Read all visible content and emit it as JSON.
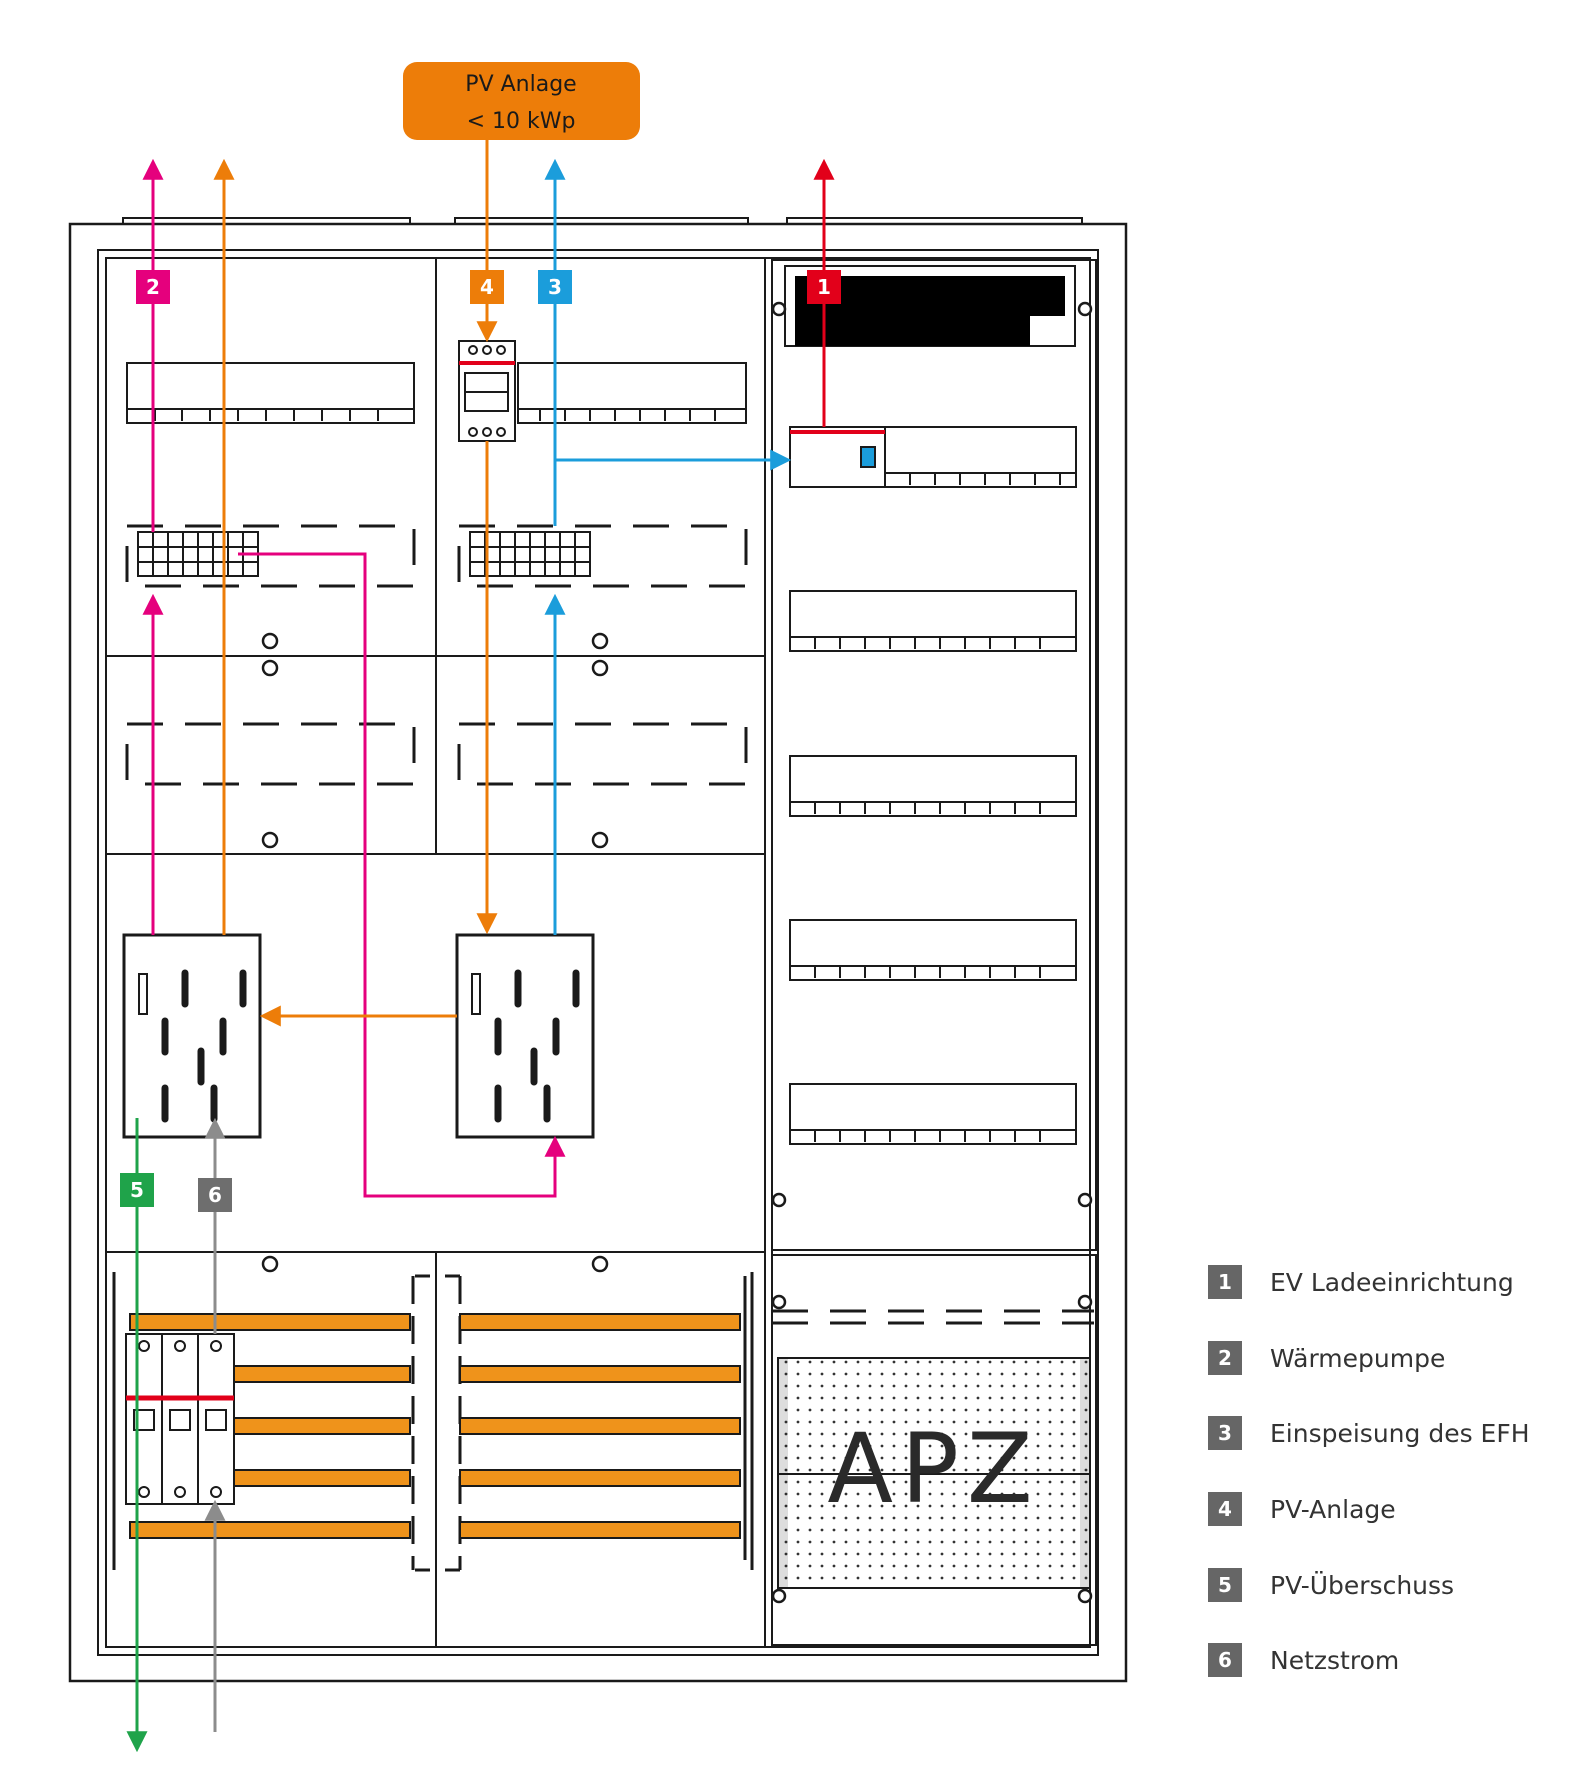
{
  "pv_box": {
    "line1": "PV Anlage",
    "line2": "< 10 kWp",
    "color": "#ED7D09"
  },
  "apz_label": "APZ",
  "colors": {
    "ev": "#E2001A",
    "heatpump": "#E5007D",
    "feed": "#1B9DDB",
    "pv": "#ED7D09",
    "surplus": "#1FA34A",
    "grid": "#8C8C8C",
    "legend_badge": "#666666",
    "busbar": "#EF931B"
  },
  "badges": [
    {
      "number": "1",
      "color": "#E2001A"
    },
    {
      "number": "2",
      "color": "#E5007D"
    },
    {
      "number": "3",
      "color": "#1B9DDB"
    },
    {
      "number": "4",
      "color": "#ED7D09"
    },
    {
      "number": "5",
      "color": "#1FA34A"
    },
    {
      "number": "6",
      "color": "#6E6E6E"
    }
  ],
  "legend": [
    {
      "number": "1",
      "label": "EV Ladeeinrichtung"
    },
    {
      "number": "2",
      "label": "Wärmepumpe"
    },
    {
      "number": "3",
      "label": "Einspeisung des EFH"
    },
    {
      "number": "4",
      "label": "PV-Anlage"
    },
    {
      "number": "5",
      "label": "PV-Überschuss"
    },
    {
      "number": "6",
      "label": "Netzstrom"
    }
  ]
}
